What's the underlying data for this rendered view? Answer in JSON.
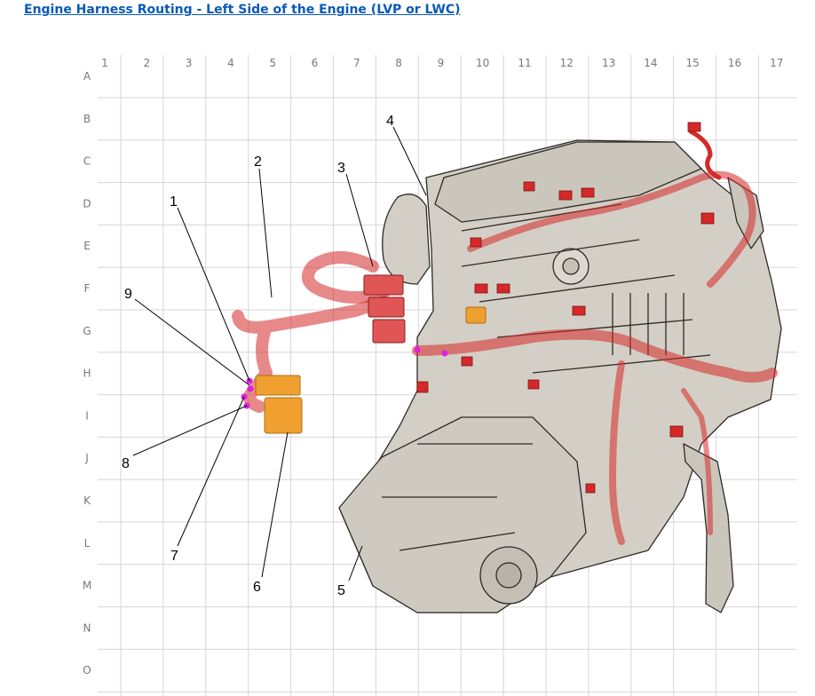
{
  "title": "Engine Harness Routing - Left Side of the Engine (LVP or LWC)",
  "grid": {
    "columns": [
      "1",
      "2",
      "3",
      "4",
      "5",
      "6",
      "7",
      "8",
      "9",
      "10",
      "11",
      "12",
      "13",
      "14",
      "15",
      "16",
      "17"
    ],
    "rows": [
      "A",
      "B",
      "C",
      "D",
      "E",
      "F",
      "G",
      "H",
      "I",
      "J",
      "K",
      "L",
      "M",
      "N",
      "O"
    ]
  },
  "callouts": {
    "c1": "1",
    "c2": "2",
    "c3": "3",
    "c4": "4",
    "c5": "5",
    "c6": "6",
    "c7": "7",
    "c8": "8",
    "c9": "9"
  },
  "colors": {
    "grid_line": "#d6d6d6",
    "engine_fill": "#d4cfc6",
    "engine_outline": "#2e2a26",
    "harness": "#d62828",
    "connector_highlight": "#f0a030",
    "connector_point": "#e020e0",
    "title_link": "#0a5ab9"
  }
}
